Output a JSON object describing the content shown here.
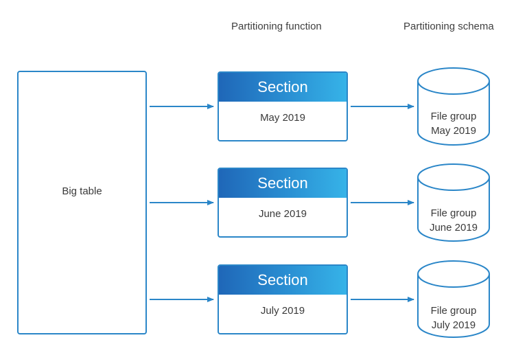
{
  "headers": {
    "partitioning_function": "Partitioning function",
    "partitioning_schema": "Partitioning schema"
  },
  "big_table": {
    "label": "Big table"
  },
  "sections": [
    {
      "title": "Section",
      "period": "May 2019"
    },
    {
      "title": "Section",
      "period": "June 2019"
    },
    {
      "title": "Section",
      "period": "July 2019"
    }
  ],
  "file_groups": [
    {
      "line1": "File group",
      "line2": "May 2019"
    },
    {
      "line1": "File group",
      "line2": "June 2019"
    },
    {
      "line1": "File group",
      "line2": "July 2019"
    }
  ],
  "colors": {
    "accent": "#2a86c8",
    "header_gradient_start": "#1f67b8",
    "header_gradient_end": "#36b3e8"
  }
}
